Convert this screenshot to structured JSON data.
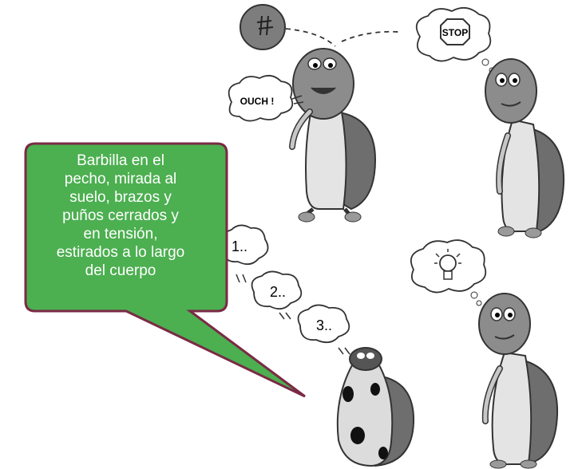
{
  "bubbles": {
    "ouch": "OUCH !",
    "stop": "STOP",
    "count": [
      "1..",
      "2..",
      "3.."
    ]
  },
  "callout": {
    "lines": [
      "Barbilla en el",
      "pecho, mirada al",
      "suelo, brazos y",
      "puños cerrados y",
      "en tensión,",
      "estirados a lo largo",
      "del cuerpo"
    ],
    "fill_color": "#4caf50",
    "border_color": "#7a2a45"
  },
  "icons": [
    "ball-icon",
    "lightbulb-icon",
    "turtle-illustration"
  ]
}
